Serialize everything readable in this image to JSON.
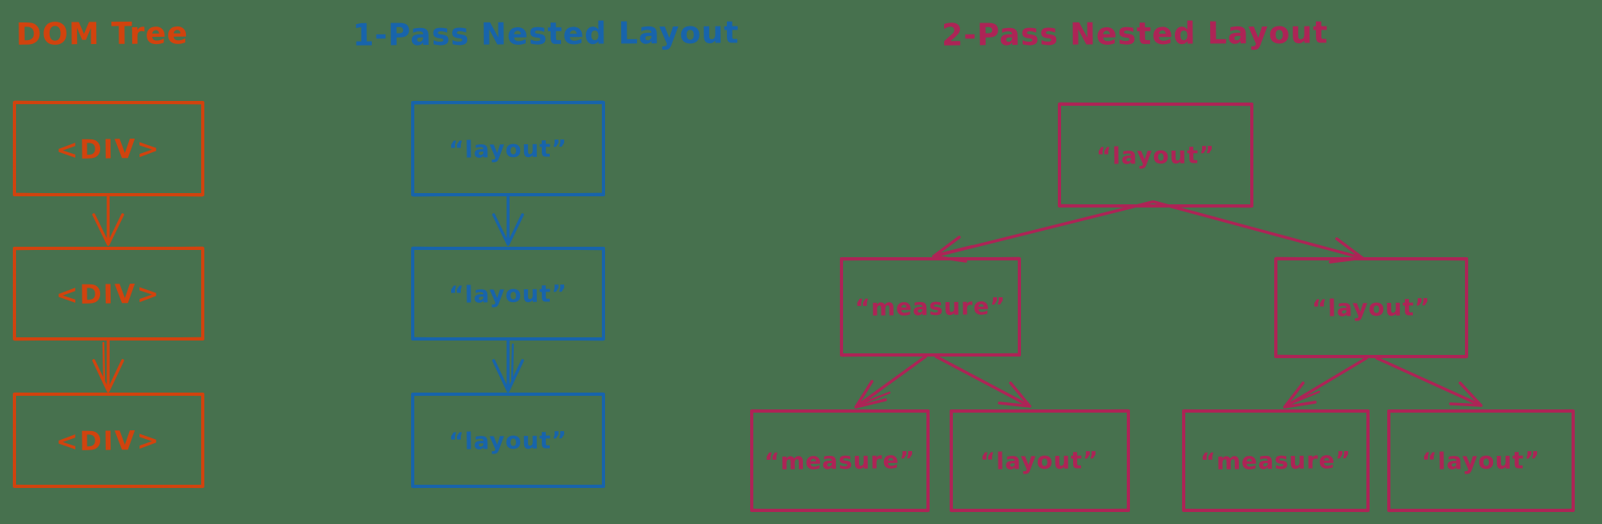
{
  "colors": {
    "background": "#47714e",
    "dom_tree": "#d1430e",
    "one_pass": "#1864ab",
    "two_pass": "#ad2456"
  },
  "sections": {
    "dom_tree": {
      "title": "DOM Tree",
      "nodes": [
        "<DIV>",
        "<DIV>",
        "<DIV>"
      ]
    },
    "one_pass": {
      "title": "1-Pass Nested Layout",
      "nodes": [
        "“layout”",
        "“layout”",
        "“layout”"
      ]
    },
    "two_pass": {
      "title": "2-Pass Nested Layout",
      "root": "“layout”",
      "middle": [
        "“measure”",
        "“layout”"
      ],
      "leaves": [
        "“measure”",
        "“layout”",
        "“measure”",
        "“layout”"
      ]
    }
  }
}
